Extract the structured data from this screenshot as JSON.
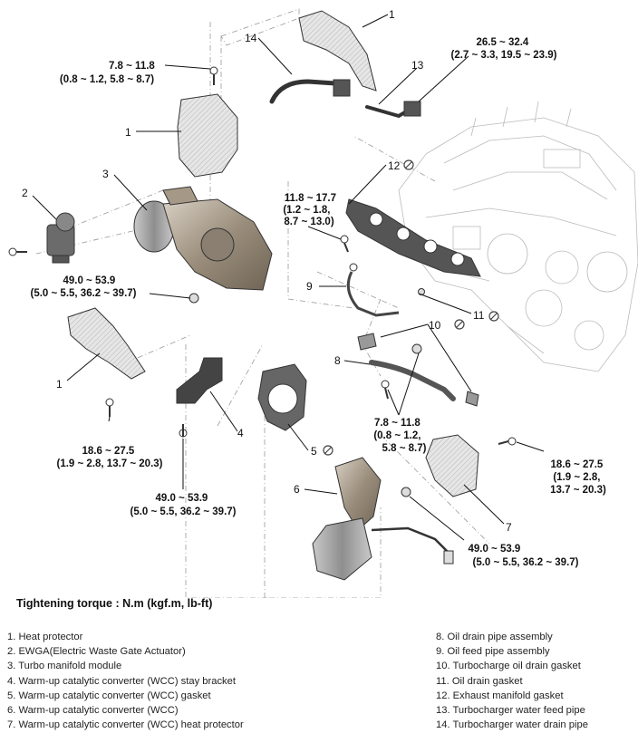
{
  "callouts": {
    "c1a": "1",
    "c1b": "1",
    "c1c": "1",
    "c2": "2",
    "c3": "3",
    "c4": "4",
    "c5": "5",
    "c6": "6",
    "c7": "7",
    "c8": "8",
    "c9": "9",
    "c10": "10",
    "c11": "11",
    "c12": "12",
    "c13": "13",
    "c14": "14"
  },
  "torque_specs": {
    "t1": [
      "26.5 ~ 32.4",
      "(2.7 ~ 3.3, 19.5 ~ 23.9)"
    ],
    "t2": [
      "7.8 ~ 11.8",
      "(0.8 ~ 1.2, 5.8 ~ 8.7)"
    ],
    "t3": [
      "11.8 ~ 17.7",
      "(1.2 ~ 1.8,",
      "8.7 ~ 13.0)"
    ],
    "t4": [
      "49.0 ~ 53.9",
      "(5.0 ~ 5.5, 36.2 ~ 39.7)"
    ],
    "t5": [
      "18.6 ~ 27.5",
      "(1.9 ~ 2.8, 13.7 ~ 20.3)"
    ],
    "t6": [
      "7.8 ~ 11.8",
      "(0.8 ~ 1.2,",
      "5.8 ~ 8.7)"
    ],
    "t7": [
      "18.6 ~ 27.5",
      "(1.9 ~ 2.8,",
      "13.7 ~ 20.3)"
    ],
    "t8": [
      "49.0 ~ 53.9",
      "(5.0 ~ 5.5, 36.2 ~ 39.7)"
    ],
    "t9": [
      "49.0 ~ 53.9",
      "(5.0 ~ 5.5, 36.2 ~ 39.7)"
    ]
  },
  "torque_title": "Tightening torque : N.m (kgf.m, lb-ft)",
  "legend_left": [
    "1. Heat protector",
    "2. EWGA(Electric Waste Gate Actuator)",
    "3. Turbo manifold module",
    "4. Warm-up catalytic converter (WCC) stay bracket",
    "5. Warm-up catalytic converter (WCC) gasket",
    "6. Warm-up catalytic converter (WCC)",
    "7. Warm-up catalytic converter (WCC) heat protector"
  ],
  "legend_right": [
    "8. Oil drain pipe assembly",
    "9. Oil feed pipe assembly",
    "10. Turbocharge oil drain gasket",
    "11. Oil drain gasket",
    "12. Exhaust manifold gasket",
    "13. Turbocharger water feed pipe",
    "14. Turbocharger water drain pipe"
  ],
  "icons": {
    "no_reuse": "no-reuse-icon",
    "bolt": "bolt-icon",
    "nut": "nut-icon"
  }
}
